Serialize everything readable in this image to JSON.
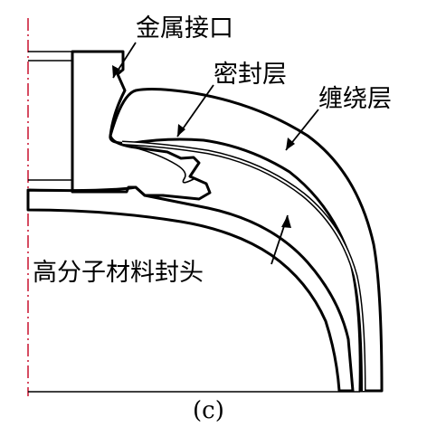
{
  "labels": {
    "metal_interface": "金属接口",
    "seal_layer": "密封层",
    "wrap_layer": "缠绕层",
    "polymer_head": "高分子材料封头"
  },
  "caption": "(c)",
  "icons": {
    "metal_interface": "diagonal-hatch-fill",
    "polymer_head": "diagonal-hatch-fill",
    "wrap_layer": "cross-hatch-fill"
  },
  "colors": {
    "line": "#000000",
    "centerline": "#c8102e",
    "background": "#ffffff"
  }
}
